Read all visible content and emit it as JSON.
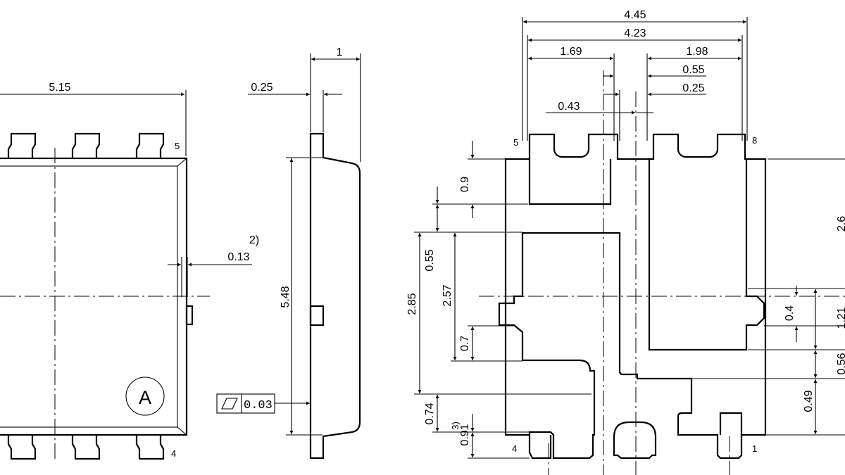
{
  "top_view": {
    "width_label": "5.15",
    "pin_label_top": "5",
    "pin_label_bottom": "4",
    "note_label": "2)",
    "tab_offset_label": "0.13",
    "marking_label": "A"
  },
  "side_view": {
    "thickness_label": "1",
    "lead_thickness_label": "0.25",
    "height_label": "5.48",
    "flatness_value": "0.03"
  },
  "footprint": {
    "overall_width_label": "4.45",
    "inner_width_label": "4.23",
    "left_width_label": "1.69",
    "right_width_label": "1.98",
    "gap_label": "0.55",
    "slot_label": "0.25",
    "slot_offset_label": "0.43",
    "pin5_label": "5",
    "pin8_label": "8",
    "pin4_label": "4",
    "pin1_label": "1",
    "dim_0_9": "0.9",
    "dim_0_55": "0.55",
    "dim_2_85": "2.85",
    "dim_2_57": "2.57",
    "dim_0_7": "0.7",
    "dim_0_74": "0.74",
    "note_3": "3)",
    "dim_0_91": "0.91",
    "dim_0_4": "0.4",
    "dim_1_21": "1.21",
    "dim_0_56": "0.56",
    "dim_0_49": "0.49",
    "dim_2_6": "2.6"
  }
}
